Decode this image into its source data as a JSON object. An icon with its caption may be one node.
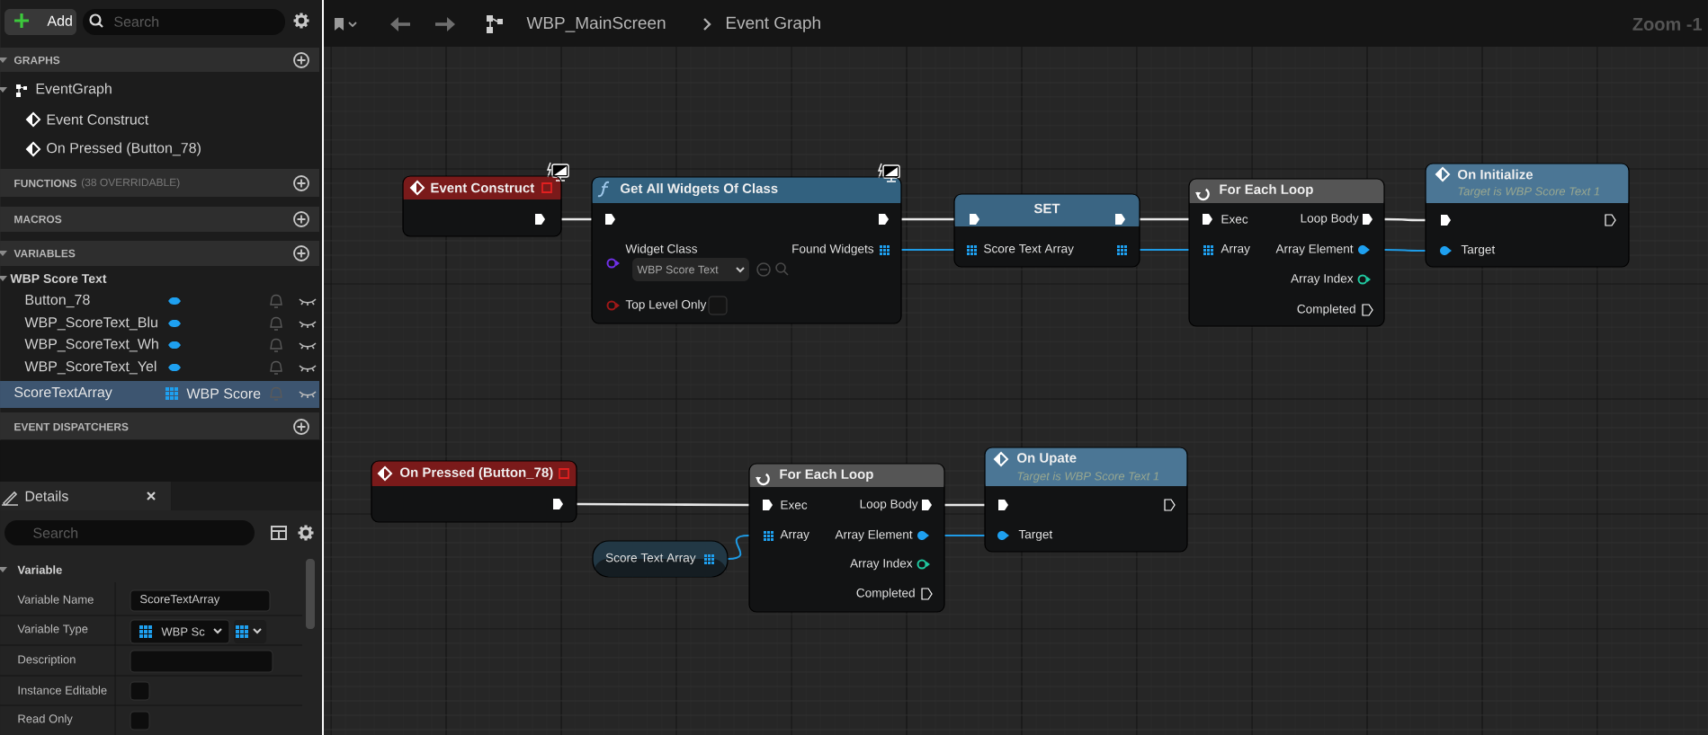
{
  "diagram": {
    "nodes": [
      {
        "text": [
          "Event Construct"
        ]
      },
      {
        "text": [
          "Get All Widgets Of Class",
          "Widget Class",
          "Found Widgets",
          "WBP Score Text",
          "Top Level Only"
        ]
      },
      {
        "text": [
          "SET",
          "Score Text Array"
        ]
      },
      {
        "text": [
          "For Each Loop",
          "Exec",
          "Loop Body",
          "Array",
          "Array Element",
          "Array Index",
          "Completed"
        ]
      },
      {
        "text": [
          "On Initialize",
          "Target is WBP Score Text 1",
          "Target"
        ]
      },
      {
        "text": [
          "On Pressed (Button_78)"
        ]
      },
      {
        "text": [
          "Score Text Array"
        ]
      },
      {
        "text": [
          "For Each Loop",
          "Exec",
          "Loop Body",
          "Array",
          "Array Element",
          "Array Index",
          "Completed"
        ]
      },
      {
        "text": [
          "On Upate",
          "Target is WBP Score Text 1",
          "Target"
        ]
      }
    ],
    "edges": [
      {
        "from": 0,
        "to": 1,
        "arrow": "none"
      },
      {
        "from": 1,
        "to": 2,
        "arrow": "none"
      },
      {
        "from": 1,
        "to": 2,
        "arrow": "none",
        "color": "#1e9be6"
      },
      {
        "from": 2,
        "to": 3,
        "arrow": "none"
      },
      {
        "from": 2,
        "to": 3,
        "arrow": "none",
        "color": "#1e9be6"
      },
      {
        "from": 3,
        "to": 4,
        "arrow": "none"
      },
      {
        "from": 3,
        "to": 4,
        "arrow": "none",
        "color": "#1e9be6"
      },
      {
        "from": 5,
        "to": 7,
        "arrow": "none"
      },
      {
        "from": 6,
        "to": 7,
        "arrow": "none",
        "color": "#1e9be6"
      },
      {
        "from": 7,
        "to": 8,
        "arrow": "none"
      },
      {
        "from": 7,
        "to": 8,
        "arrow": "none",
        "color": "#1e9be6"
      }
    ],
    "labels": [
      "Add",
      "Search",
      "GRAPHS",
      "EventGraph",
      "Event Construct",
      "On Pressed (Button_78)",
      "FUNCTIONS",
      "(38 OVERRIDABLE)",
      "MACROS",
      "VARIABLES",
      "WBP Score Text",
      "Button_78",
      "WBP_ScoreText_Blu",
      "WBP_ScoreText_Wh",
      "WBP_ScoreText_Yel",
      "ScoreTextArray",
      "WBP Score",
      "EVENT DISPATCHERS",
      "Details",
      "Search",
      "Variable",
      "Variable Name",
      "ScoreTextArray",
      "Variable Type",
      "WBP Sc",
      "Description",
      "Instance Editable",
      "Read Only",
      "WBP_MainScreen",
      "Event Graph",
      "Zoom -1"
    ]
  }
}
